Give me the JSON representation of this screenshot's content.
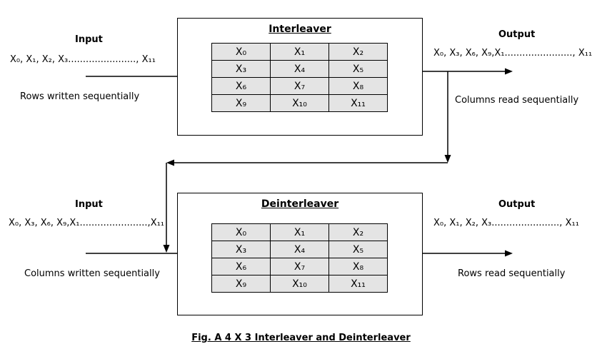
{
  "figure": {
    "caption": "Fig. A 4 X 3 Interleaver and Deinterleaver"
  },
  "matrix": {
    "rows": [
      [
        "X₀",
        "X₁",
        "X₂"
      ],
      [
        "X₃",
        "X₄",
        "X₅"
      ],
      [
        "X₆",
        "X₇",
        "X₈"
      ],
      [
        "X₉",
        "X₁₀",
        "X₁₁"
      ]
    ]
  },
  "interleaver": {
    "title": "Interleaver",
    "input_label": "Input",
    "input_sequence": "X₀, X₁, X₂, X₃......................., X₁₁",
    "input_note": "Rows written sequentially",
    "output_label": "Output",
    "output_sequence": "X₀, X₃, X₆, X₉,X₁......................., X₁₁",
    "output_note": "Columns read sequentially"
  },
  "deinterleaver": {
    "title": "Deinterleaver",
    "input_label": "Input",
    "input_sequence": "X₀, X₃, X₆, X₉,X₁.......................,X₁₁",
    "input_note": "Columns written sequentially",
    "output_label": "Output",
    "output_sequence": "X₀, X₁, X₂, X₃......................., X₁₁",
    "output_note": "Rows read sequentially"
  },
  "colors": {
    "line": "#000000",
    "cell_fill": "#e4e4e4",
    "background": "#ffffff"
  }
}
